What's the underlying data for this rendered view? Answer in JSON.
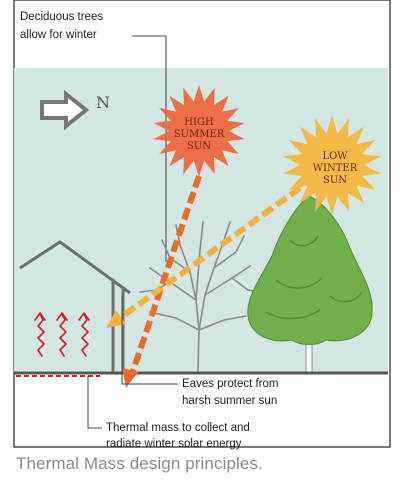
{
  "labels": {
    "deciduous_line1": "Deciduous        trees",
    "deciduous_line2": "allow   for   winter",
    "north": "N",
    "high_sun_1": "HIGH",
    "high_sun_2": "SUMMER",
    "high_sun_3": "SUN",
    "low_sun_1": "LOW",
    "low_sun_2": "WINTER",
    "low_sun_3": "SUN",
    "eaves_line1": "Eaves protect from",
    "eaves_line2": "harsh summer sun",
    "thermal_line1": "Thermal mass to collect and",
    "thermal_line2": "radiate winter solar energy"
  },
  "caption": "Thermal Mass design principles.",
  "colors": {
    "sky": "#d3e6e4",
    "high_sun": "#f0643a",
    "low_sun": "#f6b638",
    "summer_ray": "#ea6b2a",
    "winter_ray": "#f2b13f",
    "tree_green": "#6fb04a",
    "house_outline": "#6e6e6e",
    "heat_arrows": "#cc2222",
    "ground": "#555555"
  }
}
